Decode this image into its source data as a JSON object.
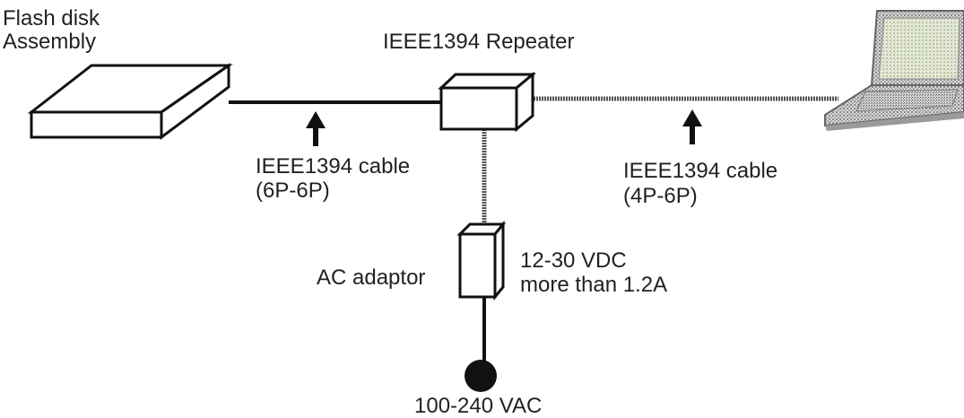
{
  "labels": {
    "flash_disk_line1": "Flash disk",
    "flash_disk_line2": "Assembly",
    "repeater": "IEEE1394 Repeater",
    "cable_left_line1": "IEEE1394 cable",
    "cable_left_line2": "(6P-6P)",
    "cable_right_line1": "IEEE1394 cable",
    "cable_right_line2": "(4P-6P)",
    "ac_adaptor": "AC adaptor",
    "dc_spec_line1": "12-30 VDC",
    "dc_spec_line2": "more than 1.2A",
    "ac_input": "100-240 VAC"
  }
}
